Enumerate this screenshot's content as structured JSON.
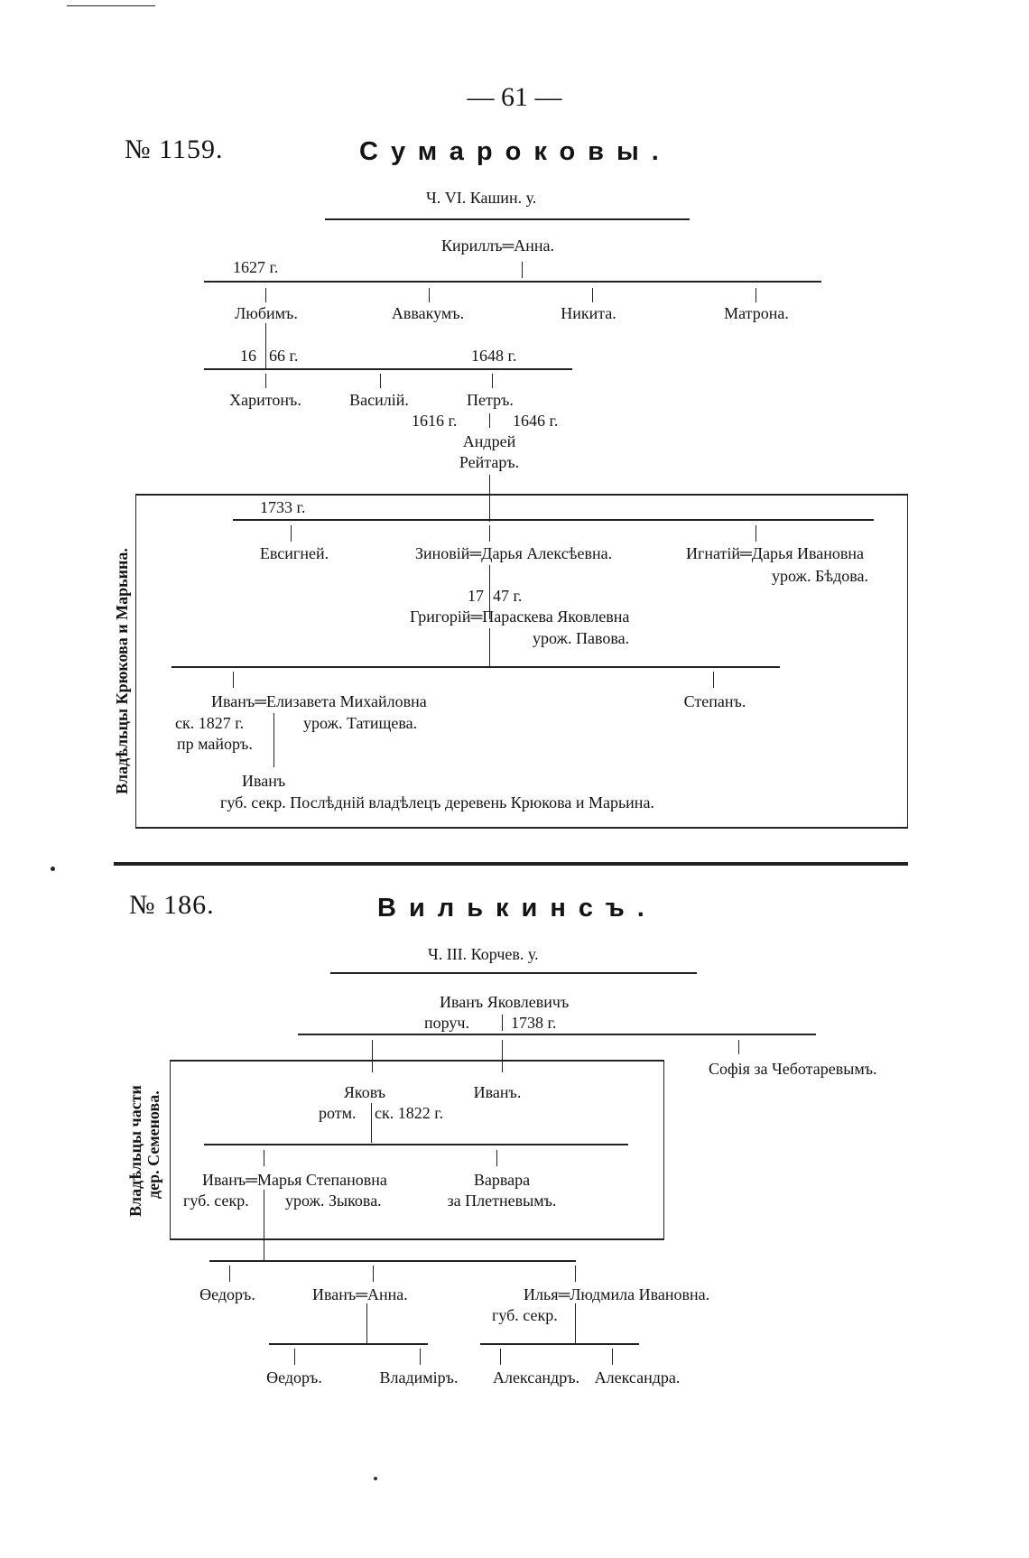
{
  "page": {
    "page_number": "— 61 —"
  },
  "entries": [
    {
      "number": "№ 1159.",
      "surname": "Сумароковы.",
      "location": "Ч. VI. Кашин. у.",
      "side_note": "Владѣльцы Крюкова и Марьина.",
      "tree": {
        "root": "Кириллъ═Анна.",
        "root_year": "1627 г.",
        "gen1": [
          "Любимъ.",
          "Аввакумъ.",
          "Никита.",
          "Матрона."
        ],
        "gen1_years": [
          "16|66 г.",
          "1648 г."
        ],
        "gen2": [
          "Харитонъ.",
          "Василій.",
          "Петръ."
        ],
        "petr_years": [
          "1616 г.",
          "1646 г."
        ],
        "gen3": [
          "Андрей",
          "Рейтаръ."
        ],
        "gen3_year": "1733 г.",
        "gen4": [
          {
            "name": "Евсигней."
          },
          {
            "name": "Зиновій═Дарья Алексѣевна."
          },
          {
            "name": "Игнатій═Дарья Ивановна",
            "note": "урож. Бѣдова."
          }
        ],
        "gen4_year": "17|47 г.",
        "gen5": {
          "name": "Григорій═Параскева Яковлевна",
          "note": "урож. Павова."
        },
        "gen6": [
          {
            "name": "Иванъ═Елизавета Михайловна",
            "notes": [
              "ск. 1827 г.",
              "пр майоръ.",
              "урож. Татищева."
            ]
          },
          {
            "name": "Степанъ."
          }
        ],
        "gen7": {
          "name": "Иванъ",
          "note": "губ. секр. Послѣдній владѣлецъ деревень Крюкова и Марьина."
        }
      }
    },
    {
      "number": "№ 186.",
      "surname": "Вилькинсъ.",
      "location": "Ч. III. Корчев. у.",
      "side_note": [
        "Владѣльцы части",
        "дер. Семенова."
      ],
      "tree": {
        "root": "Иванъ Яковлевичъ",
        "root_notes": [
          "поруч.",
          "1738 г."
        ],
        "gen1": [
          {
            "name": "Яковъ",
            "notes": [
              "ротм.",
              "ск. 1822 г."
            ]
          },
          {
            "name": "Иванъ."
          },
          {
            "name": "Софія за Чеботаревымъ."
          }
        ],
        "gen2": [
          {
            "name": "Иванъ═Марья Степановна",
            "notes": [
              "губ. секр.",
              "урож. Зыкова."
            ]
          },
          {
            "name": "Варвара",
            "note": "за Плетневымъ."
          }
        ],
        "gen3": [
          {
            "name": "Өедоръ."
          },
          {
            "name": "Иванъ═Анна."
          },
          {
            "name": "Илья═Людмила Ивановна.",
            "note": "губ. секр."
          }
        ],
        "gen4": [
          "Өедоръ.",
          "Владиміръ.",
          "Александръ.",
          "Александра."
        ]
      }
    }
  ]
}
